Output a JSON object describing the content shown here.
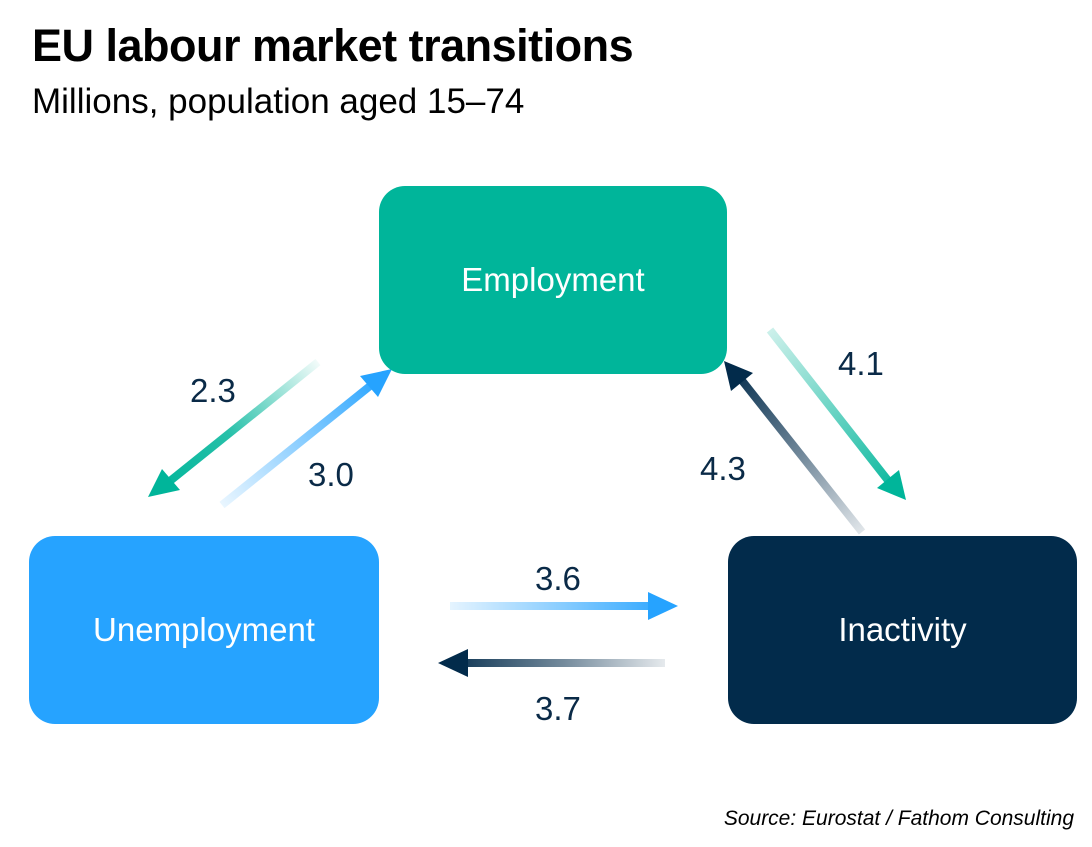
{
  "title": "EU labour market transitions",
  "subtitle": "Millions, population aged 15–74",
  "nodes": {
    "employment": {
      "label": "Employment",
      "color": "#00b59a"
    },
    "unemployment": {
      "label": "Unemployment",
      "color": "#26a3ff"
    },
    "inactivity": {
      "label": "Inactivity",
      "color": "#022b4b"
    }
  },
  "flows": {
    "employment_to_unemployment": {
      "value": "2.3",
      "color": "#00b59a"
    },
    "unemployment_to_employment": {
      "value": "3.0",
      "color": "#26a3ff"
    },
    "employment_to_inactivity": {
      "value": "4.1",
      "color": "#00b59a"
    },
    "inactivity_to_employment": {
      "value": "4.3",
      "color": "#022b4b"
    },
    "unemployment_to_inactivity": {
      "value": "3.6",
      "color": "#26a3ff"
    },
    "inactivity_to_unemployment": {
      "value": "3.7",
      "color": "#022b4b"
    }
  },
  "source": "Source: Eurostat / Fathom Consulting"
}
